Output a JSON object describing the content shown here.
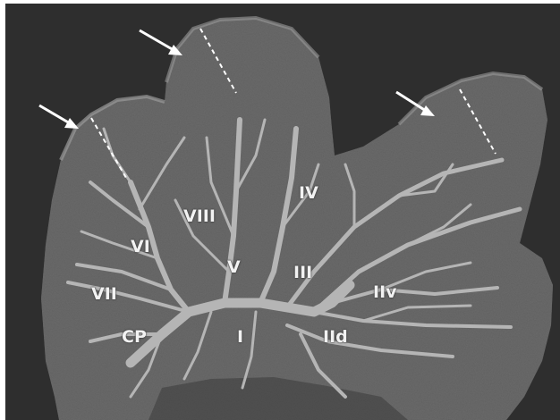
{
  "figure": {
    "labels": {
      "viii": "VIII",
      "iv": "IV",
      "vi": "VI",
      "v": "V",
      "iii": "III",
      "iiv": "IIv",
      "vii": "VII",
      "cp": "CP",
      "i": "I",
      "iid": "IId"
    },
    "colors": {
      "background": "#2e2e2e",
      "tissue": "#6a6a6a",
      "vessel": "#b5b5b5",
      "annotation": "#ffffff"
    }
  }
}
